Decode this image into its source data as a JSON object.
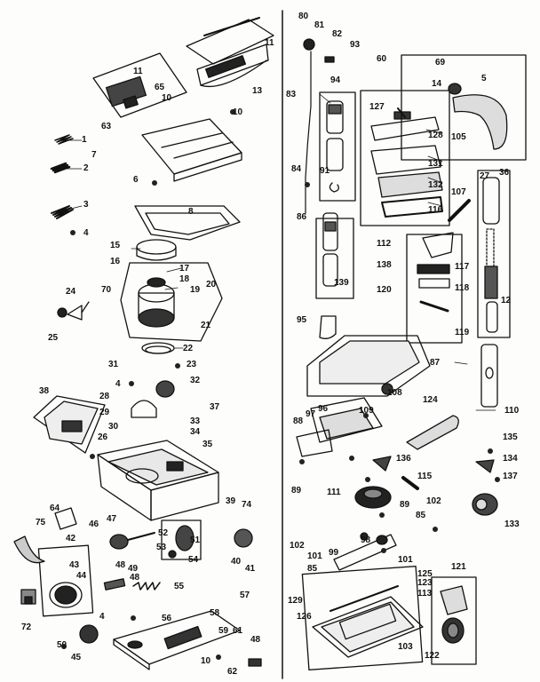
{
  "diagram": {
    "ink_color": "#111111",
    "paper_color": "#fdfdfb",
    "callouts": [
      "1",
      "2",
      "3",
      "4",
      "5",
      "6",
      "7",
      "8",
      "10",
      "10",
      "10",
      "11",
      "11",
      "12",
      "13",
      "14",
      "15",
      "16",
      "17",
      "18",
      "19",
      "20",
      "21",
      "22",
      "23",
      "24",
      "25",
      "26",
      "27",
      "28",
      "29",
      "30",
      "31",
      "4",
      "32",
      "33",
      "34",
      "35",
      "36",
      "37",
      "38",
      "39",
      "40",
      "41",
      "42",
      "43",
      "44",
      "45",
      "46",
      "47",
      "48",
      "48",
      "48",
      "49",
      "50",
      "51",
      "52",
      "53",
      "54",
      "55",
      "56",
      "57",
      "58",
      "59",
      "60",
      "61",
      "62",
      "63",
      "64",
      "65",
      "69",
      "70",
      "72",
      "74",
      "75",
      "80",
      "81",
      "82",
      "83",
      "84",
      "85",
      "85",
      "86",
      "87",
      "88",
      "89",
      "89",
      "91",
      "93",
      "94",
      "95",
      "96",
      "97",
      "98",
      "99",
      "101",
      "101",
      "102",
      "102",
      "103",
      "105",
      "107",
      "108",
      "109",
      "110",
      "111",
      "112",
      "113",
      "115",
      "116",
      "117",
      "118",
      "119",
      "120",
      "121",
      "122",
      "123",
      "124",
      "125",
      "126",
      "127",
      "128",
      "129",
      "131",
      "132",
      "133",
      "134",
      "135",
      "136",
      "137",
      "138",
      "139",
      "4"
    ]
  }
}
